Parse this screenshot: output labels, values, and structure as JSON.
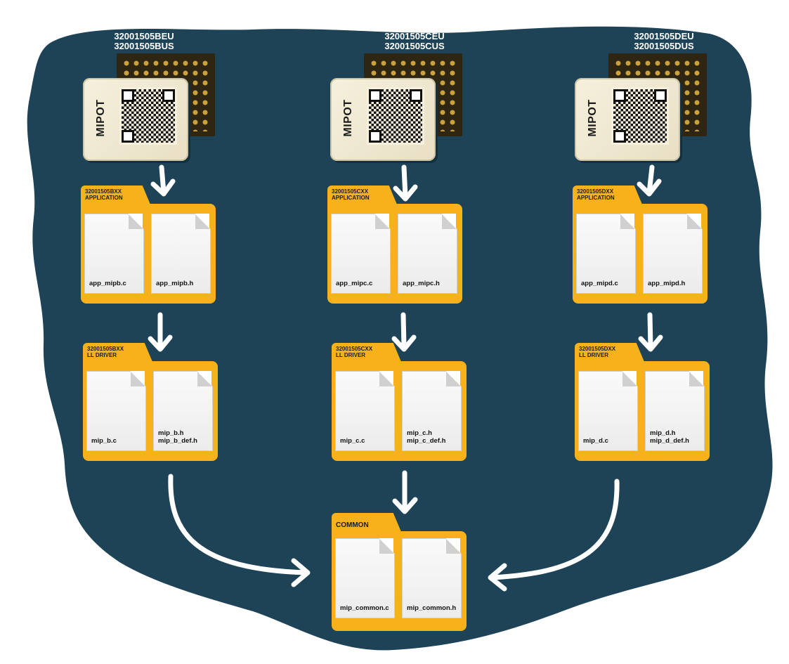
{
  "colors": {
    "background": "#1e4357",
    "folder": "#f7b21b",
    "arrow": "#ffffff"
  },
  "modules": [
    {
      "part_numbers": "32001505BEU\n32001505BUS",
      "brand": "MIPOT"
    },
    {
      "part_numbers": "32001505CEU\n32001505CUS",
      "brand": "MIPOT"
    },
    {
      "part_numbers": "32001505DEU\n32001505DUS",
      "brand": "MIPOT"
    }
  ],
  "application_folders": [
    {
      "label": "32001505BXX\nAPPLICATION",
      "files": [
        "app_mipb.c",
        "app_mipb.h"
      ]
    },
    {
      "label": "32001505CXX\nAPPLICATION",
      "files": [
        "app_mipc.c",
        "app_mipc.h"
      ]
    },
    {
      "label": "32001505DXX\nAPPLICATION",
      "files": [
        "app_mipd.c",
        "app_mipd.h"
      ]
    }
  ],
  "driver_folders": [
    {
      "label": "32001505BXX\nLL DRIVER",
      "files": [
        "mip_b.c",
        "mip_b.h\nmip_b_def.h"
      ]
    },
    {
      "label": "32001505CXX\nLL DRIVER",
      "files": [
        "mip_c.c",
        "mip_c.h\nmip_c_def.h"
      ]
    },
    {
      "label": "32001505DXX\nLL DRIVER",
      "files": [
        "mip_d.c",
        "mip_d.h\nmip_d_def.h"
      ]
    }
  ],
  "common_folder": {
    "label": "COMMON",
    "files": [
      "mip_common.c",
      "mip_common.h"
    ]
  }
}
